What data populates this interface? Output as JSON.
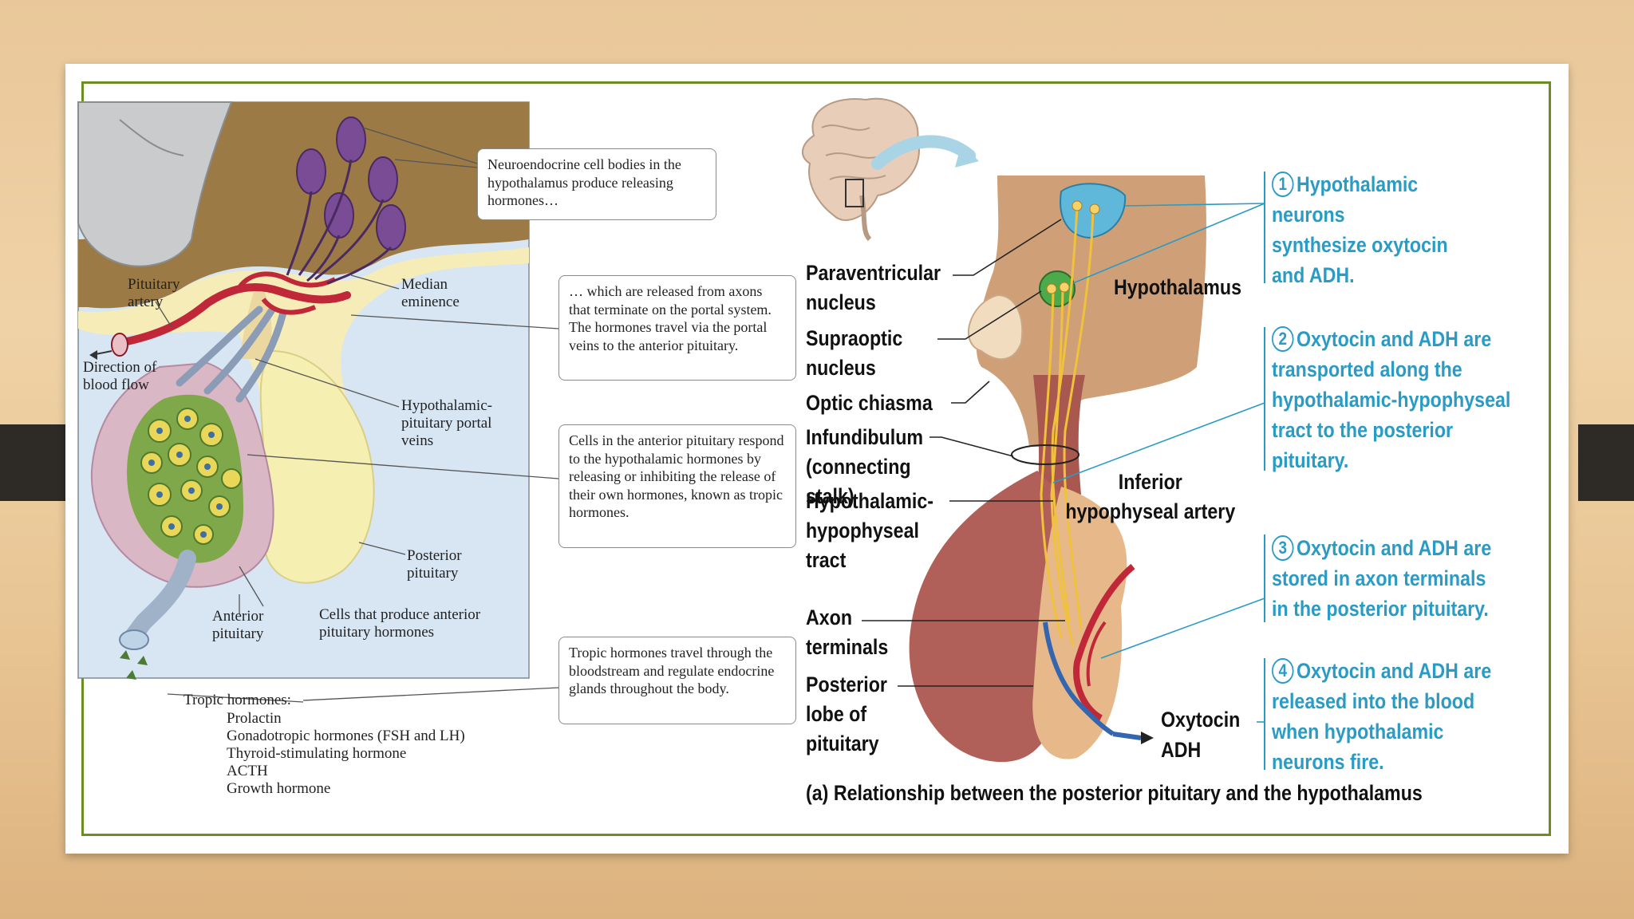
{
  "left_panel": {
    "callouts": [
      "Neuroendocrine cell bodies in the hypothalamus produce releasing hormones…",
      "… which are released from axons that terminate on the portal system. The hormones travel via the portal veins to the anterior pituitary.",
      "Cells in the anterior pituitary respond to the hypothalamic hormones by releasing or inhibiting the release of their own hormones, known as tropic hormones.",
      "Tropic hormones travel through the bloodstream and regulate endocrine glands throughout the body."
    ],
    "labels": {
      "pituitary_artery": "Pituitary artery",
      "median_eminence": "Median eminence",
      "direction_of_blood_flow": "Direction of blood flow",
      "portal_veins": "Hypothalamic-pituitary portal veins",
      "posterior_pituitary": "Posterior pituitary",
      "anterior_pituitary": "Anterior pituitary",
      "cells_produce": "Cells that produce anterior pituitary hormones"
    },
    "tropic_hormones": {
      "heading": "Tropic hormones:",
      "items": [
        "Prolactin",
        "Gonadotropic hormones (FSH and LH)",
        "Thyroid-stimulating hormone",
        "ACTH",
        "Growth hormone"
      ]
    }
  },
  "right_panel": {
    "labels": {
      "paraventricular": "Paraventricular nucleus",
      "supraoptic": "Supraoptic nucleus",
      "optic_chiasma": "Optic chiasma",
      "infundibulum": "Infundibulum (connecting stalk)",
      "tract": "Hypothalamic-hypophyseal tract",
      "axon_terminals": "Axon terminals",
      "posterior_lobe": "Posterior lobe of pituitary",
      "hypothalamus": "Hypothalamus",
      "inferior_artery": "Inferior hypophyseal artery",
      "oxytocin": "Oxytocin",
      "adh": "ADH"
    },
    "steps": [
      {
        "num": "1",
        "text": [
          "Hypothalamic",
          "neurons",
          "synthesize oxytocin",
          "and ADH."
        ]
      },
      {
        "num": "2",
        "text": [
          "Oxytocin and ADH are",
          "transported along the",
          "hypothalamic-hypophyseal",
          "tract to the posterior",
          "pituitary."
        ]
      },
      {
        "num": "3",
        "text": [
          "Oxytocin and ADH are",
          "stored in axon terminals",
          "in the posterior pituitary."
        ]
      },
      {
        "num": "4",
        "text": [
          "Oxytocin and ADH are",
          "released into the blood",
          "when hypothalamic",
          "neurons fire."
        ]
      }
    ],
    "caption": "(a) Relationship between the posterior pituitary and the hypothalamus"
  },
  "colors": {
    "frame": "#6b8e23",
    "step_text": "#2a9bc4",
    "artery": "#c0283a",
    "vein": "#3466b0"
  }
}
